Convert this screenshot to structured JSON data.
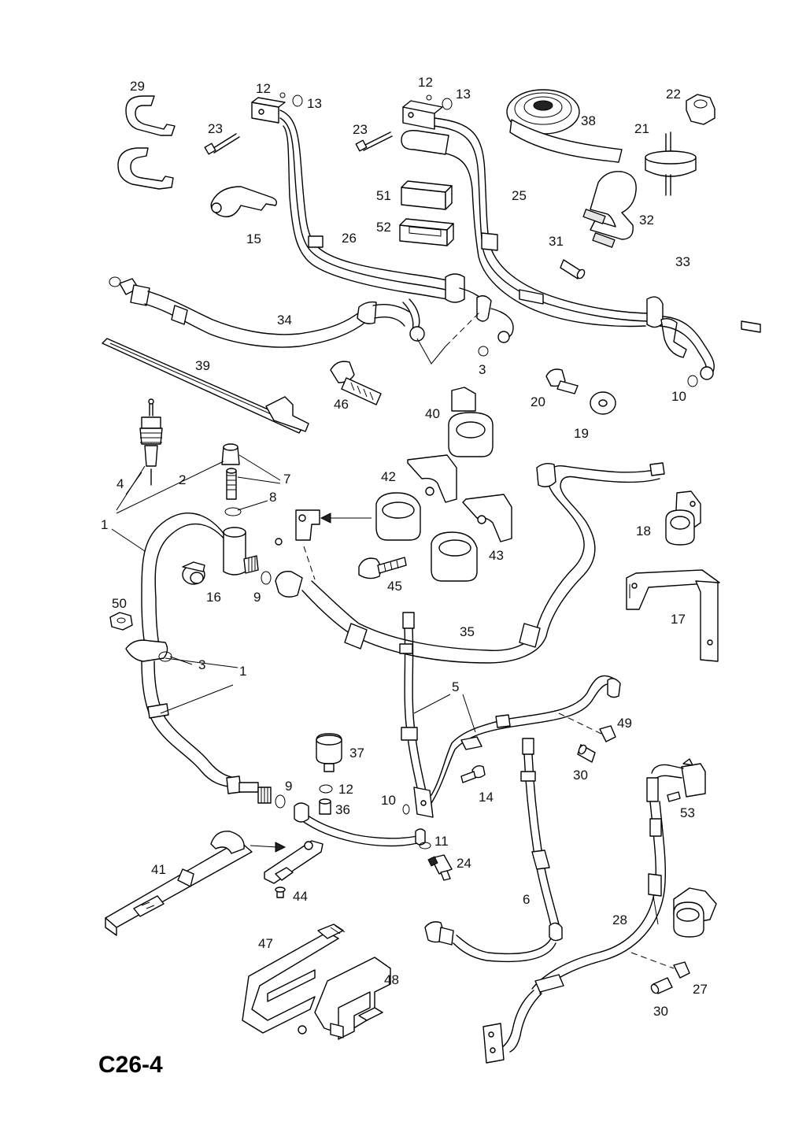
{
  "diagram": {
    "code": "C26-4",
    "labels": {
      "l29": "29",
      "l12a": "12",
      "l13a": "13",
      "l12b": "12",
      "l13b": "13",
      "l38": "38",
      "l22": "22",
      "l21": "21",
      "l23a": "23",
      "l23b": "23",
      "l15": "15",
      "l26": "26",
      "l51": "51",
      "l52": "52",
      "l25": "25",
      "l32": "32",
      "l31": "31",
      "l33": "33",
      "l34": "34",
      "l3a": "3",
      "l39": "39",
      "l46": "46",
      "l20": "20",
      "l10a": "10",
      "l40": "40",
      "l19": "19",
      "l4": "4",
      "l2": "2",
      "l7": "7",
      "l8": "8",
      "l42": "42",
      "l1a": "1",
      "l18": "18",
      "l43": "43",
      "l16": "16",
      "l9a": "9",
      "l45": "45",
      "l50": "50",
      "l17": "17",
      "l35": "35",
      "l3b": "3",
      "l1b": "1",
      "l5": "5",
      "l49": "49",
      "l37": "37",
      "l30a": "30",
      "l9b": "9",
      "l12c": "12",
      "l36": "36",
      "l14": "14",
      "l10b": "10",
      "l11": "11",
      "l53": "53",
      "l41": "41",
      "l24": "24",
      "l44": "44",
      "l6": "6",
      "l28": "28",
      "l47": "47",
      "l48": "48",
      "l27": "27",
      "l30b": "30"
    }
  }
}
